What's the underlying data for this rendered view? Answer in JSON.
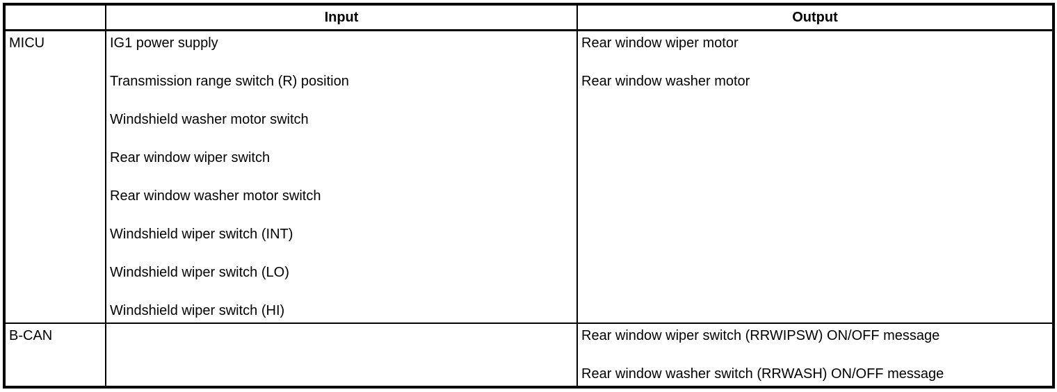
{
  "table": {
    "headers": {
      "group": "",
      "input": "Input",
      "output": "Output"
    },
    "rows": [
      {
        "label": "MICU",
        "inputs": [
          "IG1 power supply",
          "Transmission range switch (R) position",
          "Windshield washer motor switch",
          "Rear window wiper switch",
          "Rear window washer motor switch",
          "Windshield wiper switch (INT)",
          "Windshield wiper switch (LO)",
          "Windshield wiper switch (HI)"
        ],
        "outputs": [
          "Rear window wiper motor",
          "Rear window washer motor"
        ]
      },
      {
        "label": "B-CAN",
        "inputs": [],
        "outputs": [
          "Rear window wiper switch (RRWIPSW) ON/OFF message",
          "Rear window washer switch (RRWASH) ON/OFF message"
        ]
      }
    ]
  },
  "colors": {
    "border": "#000000",
    "text": "#000000",
    "background": "#ffffff"
  }
}
